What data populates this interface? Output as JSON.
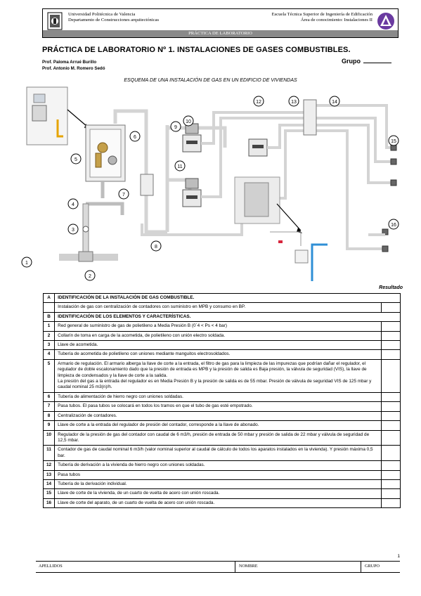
{
  "header": {
    "left_line1": "Universidad Politécnica de Valencia",
    "left_line2": "Departamento de Construcciones arquitectónicas",
    "right_line1": "Escuela Técnica Superior de Ingeniería de Edificación",
    "right_line2": "Área de conocimiento: Instalaciones II",
    "bar": "PRÁCTICA DE LABORATORIO"
  },
  "title": "PRÁCTICA DE LABORATORIO Nº 1. INSTALACIONES DE GASES COMBUSTIBLES.",
  "authors": [
    "Prof. Paloma Arrué Burillo",
    "Prof. Antonio M. Romero Sedó"
  ],
  "grupo_label": "Grupo",
  "subtitle": "ESQUEMA DE UNA INSTALACIÓN DE GAS EN UN EDIFICIO DE VIVIENDAS",
  "diagram_labels": [
    "1",
    "2",
    "3",
    "4",
    "5",
    "6",
    "7",
    "8",
    "9",
    "10",
    "11",
    "12",
    "13",
    "14",
    "15",
    "16"
  ],
  "resultado": "Resultado",
  "rows": [
    {
      "n": "A",
      "text": "IDENTIFICACIÓN DE LA INSTALACIÓN DE GAS COMBUSTIBLE.",
      "bold": true,
      "r": false
    },
    {
      "n": "",
      "text": "Instalación de gas con centralización de contadores con suministro en MPB y consumo en BP.",
      "bold": false,
      "r": true
    },
    {
      "n": "B",
      "text": "IDENTIFICACIÓN DE LOS ELEMENTOS Y CARACTERÍSTICAS.",
      "bold": true,
      "r": false
    },
    {
      "n": "1",
      "text": "Red general de suministro de gas de polietileno a Media Presión B (0´4 < Ps < 4 bar)",
      "bold": false,
      "r": true
    },
    {
      "n": "2",
      "text": "Collarín de toma en carga de la acometida, de polietileno con unión electro soldada.",
      "bold": false,
      "r": true
    },
    {
      "n": "3",
      "text": "Llave de acometida.",
      "bold": false,
      "r": true
    },
    {
      "n": "4",
      "text": "Tubería de acometida de polietileno con uniones mediante manguitos electrosoldados.",
      "bold": false,
      "r": true
    },
    {
      "n": "5",
      "text": "Armario de regulación. El armario alberga la llave de corte a la entrada, el filtro de gas para la limpieza de las impurezas que podrían dañar el regulador, el regulador de doble escalonamiento dado que la presión de entrada es MPB y la presión de salida es Baja presión, la válvula de seguridad (VIS), la llave de limpieza de condensados y la llave de corte a la salida.",
      "text2": "La presión del gas a la entrada del regulador es en Media Presión B y la presión de salida es de 55 mbar. Presión de válvula de seguridad VIS de 125 mbar y caudal nominal 25 m3(n)/h.",
      "bold": false,
      "r": true
    },
    {
      "n": "6",
      "text": "Tubería de alimentación de hierro negro con uniones soldadas.",
      "bold": false,
      "r": true
    },
    {
      "n": "7",
      "text": "Pasa tubos. El pasa tubos se colocará en todos los tramos en que el tubo de gas esté empotrado.",
      "bold": false,
      "r": true
    },
    {
      "n": "8",
      "text": "Centralización de contadores.",
      "bold": false,
      "r": true
    },
    {
      "n": "9",
      "text": "Llave de corte a la entrada del regulador de presión del contador, corresponde a la llave de abonado.",
      "bold": false,
      "r": true
    },
    {
      "n": "10",
      "text": "Regulador de la presión de gas del contador con caudal de 6 m3/h, presión de entrada de 50 mbar y presión de salida de 22 mbar y válvula de seguridad de 12,5 mbar.",
      "bold": false,
      "r": true
    },
    {
      "n": "11",
      "text": "Contador de gas de caudal nominal 6 m3/h (valor nominal superior al caudal de cálculo de todos los aparatos instalados en la vivienda). Y presión máxima 0,5 bar.",
      "bold": false,
      "r": true
    },
    {
      "n": "12",
      "text": "Tubería de derivación a la vivienda de hierro negro con uniones soldadas.",
      "bold": false,
      "r": true
    },
    {
      "n": "13",
      "text": "Pasa tubos",
      "bold": false,
      "r": true
    },
    {
      "n": "14",
      "text": "Tubería de la derivación individual.",
      "bold": false,
      "r": true
    },
    {
      "n": "15",
      "text": "Llave de corte de la vivienda, de un cuarto de vuelta de acero con unión roscada.",
      "bold": false,
      "r": true
    },
    {
      "n": "16",
      "text": "Llave de corte del aparato, de un cuarto de vuelta de acero con unión roscada.",
      "bold": false,
      "r": true
    }
  ],
  "page_number": "1",
  "footer": {
    "apellidos": "APELLIDOS",
    "nombre": "NOMBRE",
    "grupo": "GRUPO"
  },
  "colors": {
    "header_bar": "#8a8a8a",
    "pipe": "#e6e6e6",
    "appliance_pipe": "#2f8fd6",
    "logo_right": "#6a3aa0"
  }
}
